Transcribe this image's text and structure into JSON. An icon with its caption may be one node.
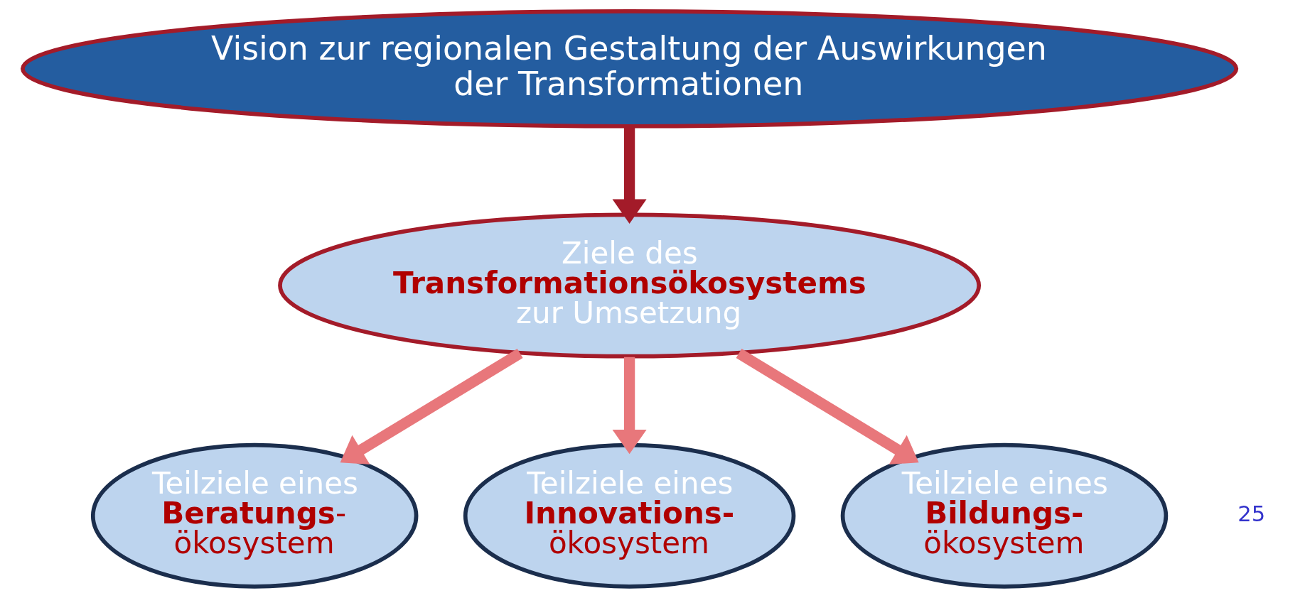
{
  "diagram": {
    "nodes": [
      {
        "text": [
          "Vision zur regionalen Gestaltung der Auswirkungen der Transformationen"
        ]
      },
      {
        "text": [
          "Ziele des **Transformationsökosystems** zur Umsetzung"
        ]
      },
      {
        "text": [
          "Teilziele eines **Beratungs**- ökosystem"
        ]
      },
      {
        "text": [
          "Teilziele eines **Innovations-** ökosystem"
        ]
      },
      {
        "text": [
          "Teilziele eines **Bildungs-** ökosystem"
        ]
      }
    ],
    "edges": [
      {
        "from": 0,
        "to": 1,
        "arrow": "to",
        "color": "#a31b29"
      },
      {
        "from": 1,
        "to": 2,
        "arrow": "to"
      },
      {
        "from": 1,
        "to": 3,
        "arrow": "to"
      },
      {
        "from": 1,
        "to": 4,
        "arrow": "to"
      }
    ],
    "labels": [
      "25"
    ]
  }
}
